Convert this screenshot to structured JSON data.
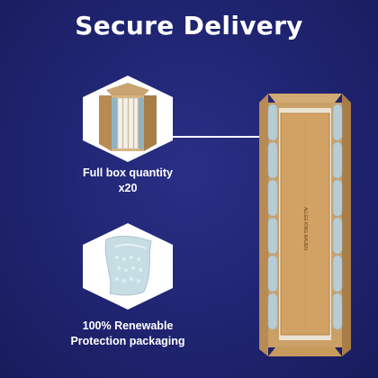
{
  "header": {
    "title": "Secure Delivery"
  },
  "features": [
    {
      "line1": "Full box quantity",
      "line2": "x20",
      "icon": "open-box-with-boards-icon"
    },
    {
      "line1": "100% Renewable",
      "line2": "Protection packaging",
      "icon": "bubble-wrap-sheet-icon"
    }
  ],
  "product": {
    "box_print": "ALLEE KING BAUEN",
    "icon": "long-shipping-box-with-air-cushions"
  },
  "colors": {
    "background": "#1f2470",
    "hex_fill": "#ffffff",
    "cardboard": "#c79a5e",
    "air_cushion": "#b7cdd6"
  }
}
